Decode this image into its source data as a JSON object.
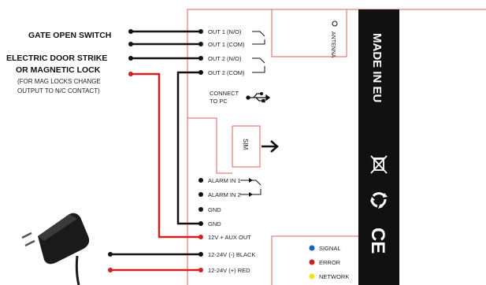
{
  "left_labels": {
    "gate_open_switch": "GATE OPEN SWITCH",
    "door_strike_line1": "ELECTRIC DOOR STRIKE",
    "door_strike_line2": "OR MAGNETIC LOCK",
    "maglock_note_line1": "(FOR MAG LOCKS CHANGE",
    "maglock_note_line2": "OUTPUT TO N/C CONTACT)"
  },
  "terminals": {
    "out1_no": "OUT 1 (N/O)",
    "out1_com": "OUT 1 (COM)",
    "out2_no": "OUT 2 (N/O)",
    "out2_com": "OUT 2 (COM)",
    "alarm_in1": "ALARM IN 1",
    "alarm_in2": "ALARM IN 2",
    "gnd1": "GND",
    "gnd2": "GND",
    "aux_out": "12V + AUX OUT",
    "power_black": "12-24V (-) BLACK",
    "power_red": "12-24V (+) RED"
  },
  "antenna_label": "ANTENNA",
  "connect_pc_line1": "CONNECT",
  "connect_pc_line2": "TO PC",
  "sim_label": "SIM",
  "made_in": "MADE IN EU",
  "ce_mark": "CE",
  "leds": [
    {
      "label": "SIGNAL",
      "color": "#1f5fb8"
    },
    {
      "label": "ERROR",
      "color": "#cc1f1f"
    },
    {
      "label": "NETWORK",
      "color": "#f2e21a"
    }
  ],
  "colors": {
    "red_wire": "#d21f1f",
    "black_wire": "#111111",
    "board_outline": "#e06060",
    "panel": "#111111"
  },
  "icons": {
    "usb": "usb-icon",
    "arrow": "arrow-right-icon",
    "weee": "weee-bin-icon",
    "recycle": "recycle-icon",
    "adapter": "power-adapter-icon"
  }
}
